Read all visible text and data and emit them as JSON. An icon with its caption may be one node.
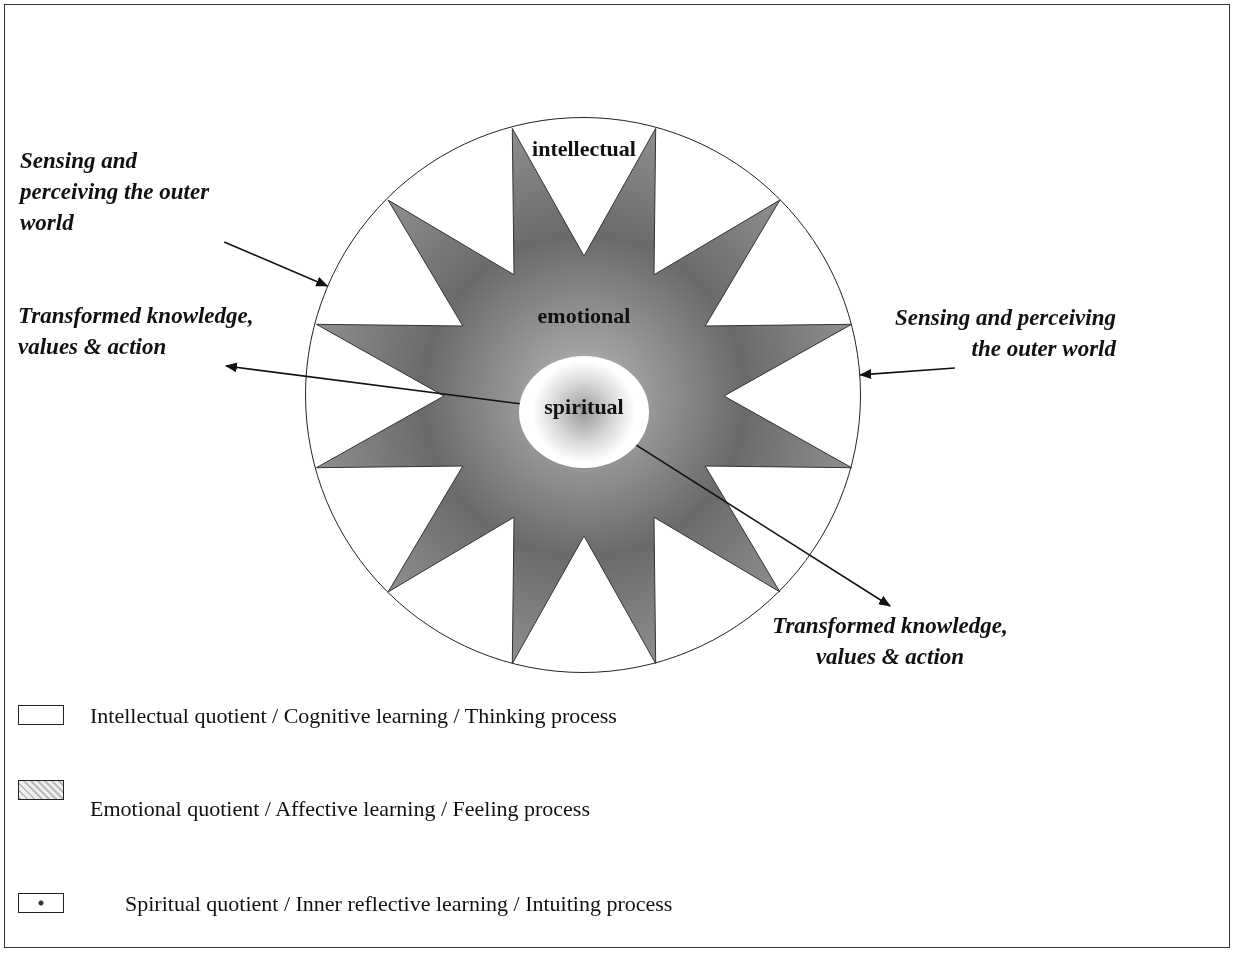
{
  "diagram": {
    "nodes": [
      {
        "text": [
          "intellectual"
        ]
      },
      {
        "text": [
          "emotional"
        ],
        "in": 0
      },
      {
        "text": [
          "spiritual"
        ],
        "in": 1
      },
      {
        "text": [
          "Sensing and perceiving the outer world"
        ]
      },
      {
        "text": [
          "Transformed knowledge, values & action"
        ]
      },
      {
        "text": [
          "Sensing and perceiving the outer world"
        ]
      },
      {
        "text": [
          "Transformed knowledge, values & action"
        ]
      }
    ],
    "edges": [
      {
        "from": 3,
        "to": 0,
        "arrow": "to"
      },
      {
        "from": 2,
        "to": 4,
        "arrow": "to"
      },
      {
        "from": 5,
        "to": 0,
        "arrow": "to"
      },
      {
        "from": 2,
        "to": 6,
        "arrow": "to"
      }
    ],
    "legend": [
      {
        "text": "Intellectual quotient / Cognitive learning / Thinking process"
      },
      {
        "text": "Emotional quotient / Affective learning / Feeling process"
      },
      {
        "text": "Spiritual quotient / Inner reflective learning / Intuiting process"
      }
    ]
  }
}
